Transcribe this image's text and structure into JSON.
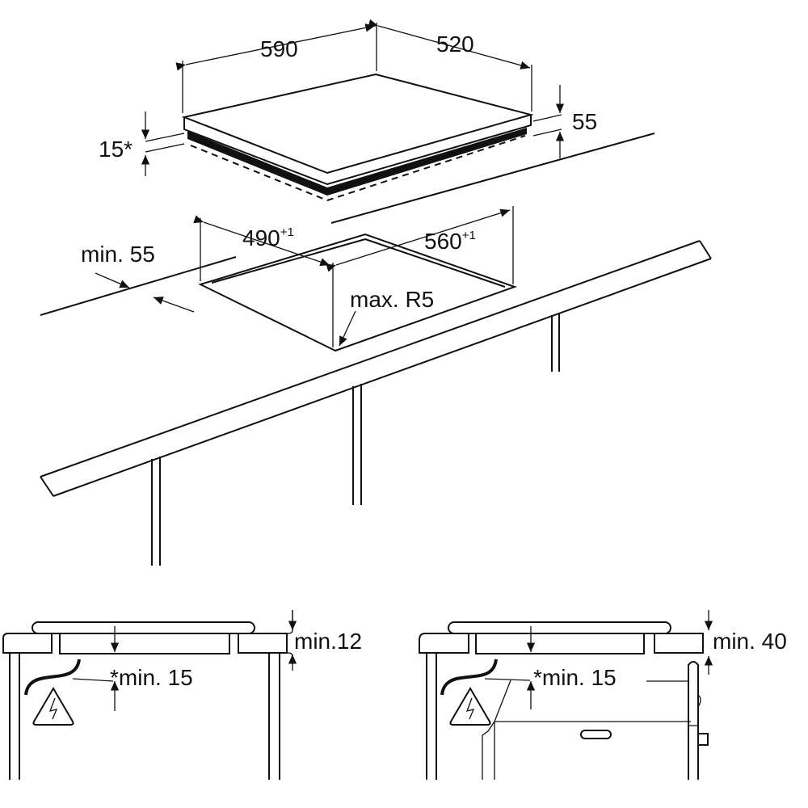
{
  "dimensions": {
    "hob_width": "590",
    "hob_depth": "520",
    "hob_height": "55",
    "hob_offset": "15*",
    "cutout_width": "490",
    "cutout_width_tol": "+1",
    "cutout_depth": "560",
    "cutout_depth_tol": "+1",
    "min_edge": "min. 55",
    "max_radius": "max. R5"
  },
  "section_left": {
    "top_clearance": "min.12",
    "bottom_clearance": "*min. 15"
  },
  "section_right": {
    "top_clearance": "min. 40",
    "bottom_clearance": "*min. 15"
  },
  "icons": [
    "electric-hazard-icon"
  ]
}
